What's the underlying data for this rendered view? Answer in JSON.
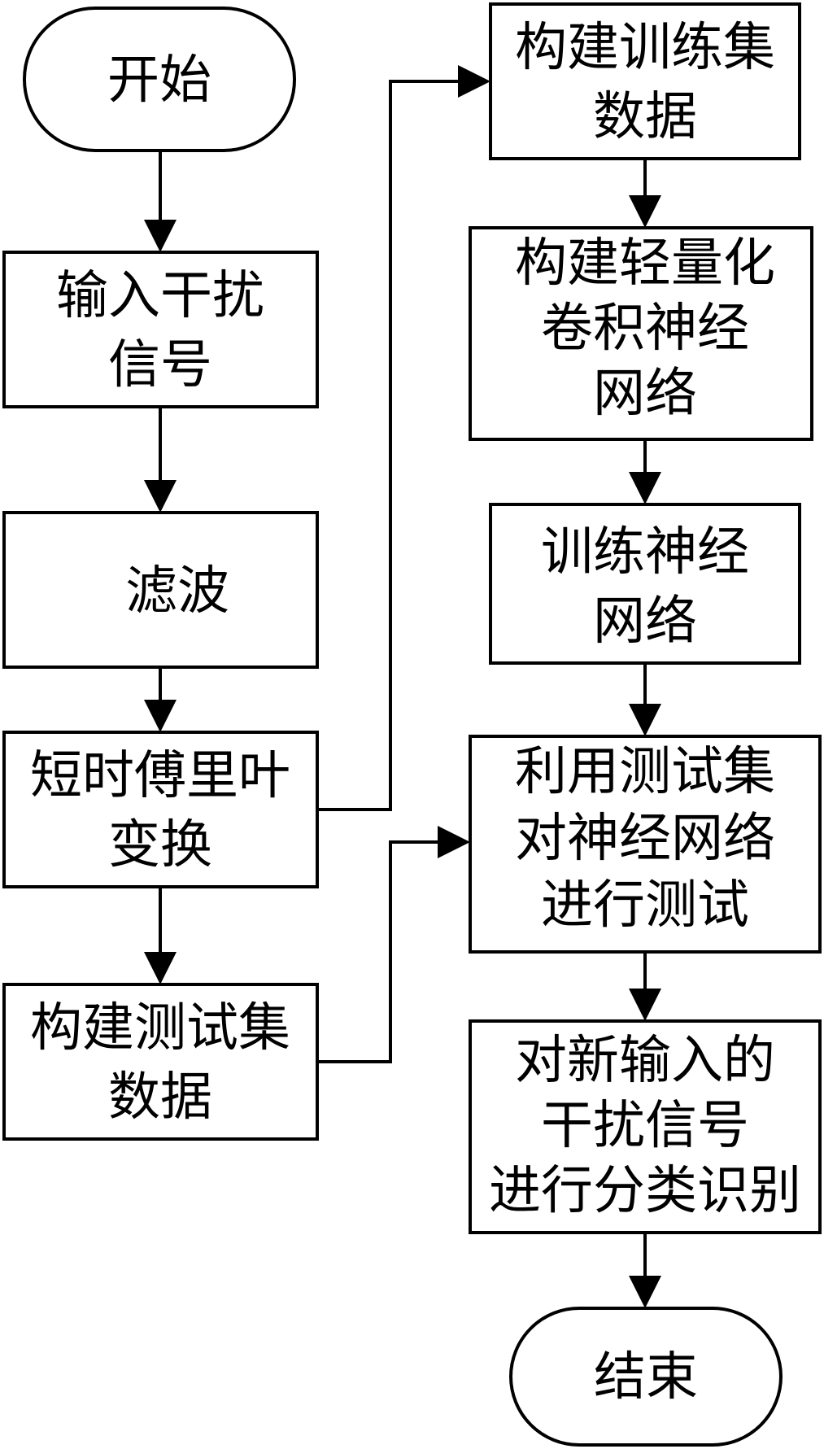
{
  "nodes": {
    "start": "开始",
    "input_signal": [
      "输入干扰",
      "信号"
    ],
    "filter": "滤波",
    "stft": [
      "短时傅里叶",
      "变换"
    ],
    "build_test_set": [
      "构建测试集",
      "数据"
    ],
    "build_train_set": [
      "构建训练集",
      "数据"
    ],
    "build_cnn": [
      "构建轻量化",
      "卷积神经",
      "网络"
    ],
    "train_nn": [
      "训练神经",
      "网络"
    ],
    "test_nn": [
      "利用测试集",
      "对神经网络",
      "进行测试"
    ],
    "classify": [
      "对新输入的",
      "干扰信号",
      "进行分类识别"
    ],
    "end": "结束"
  }
}
